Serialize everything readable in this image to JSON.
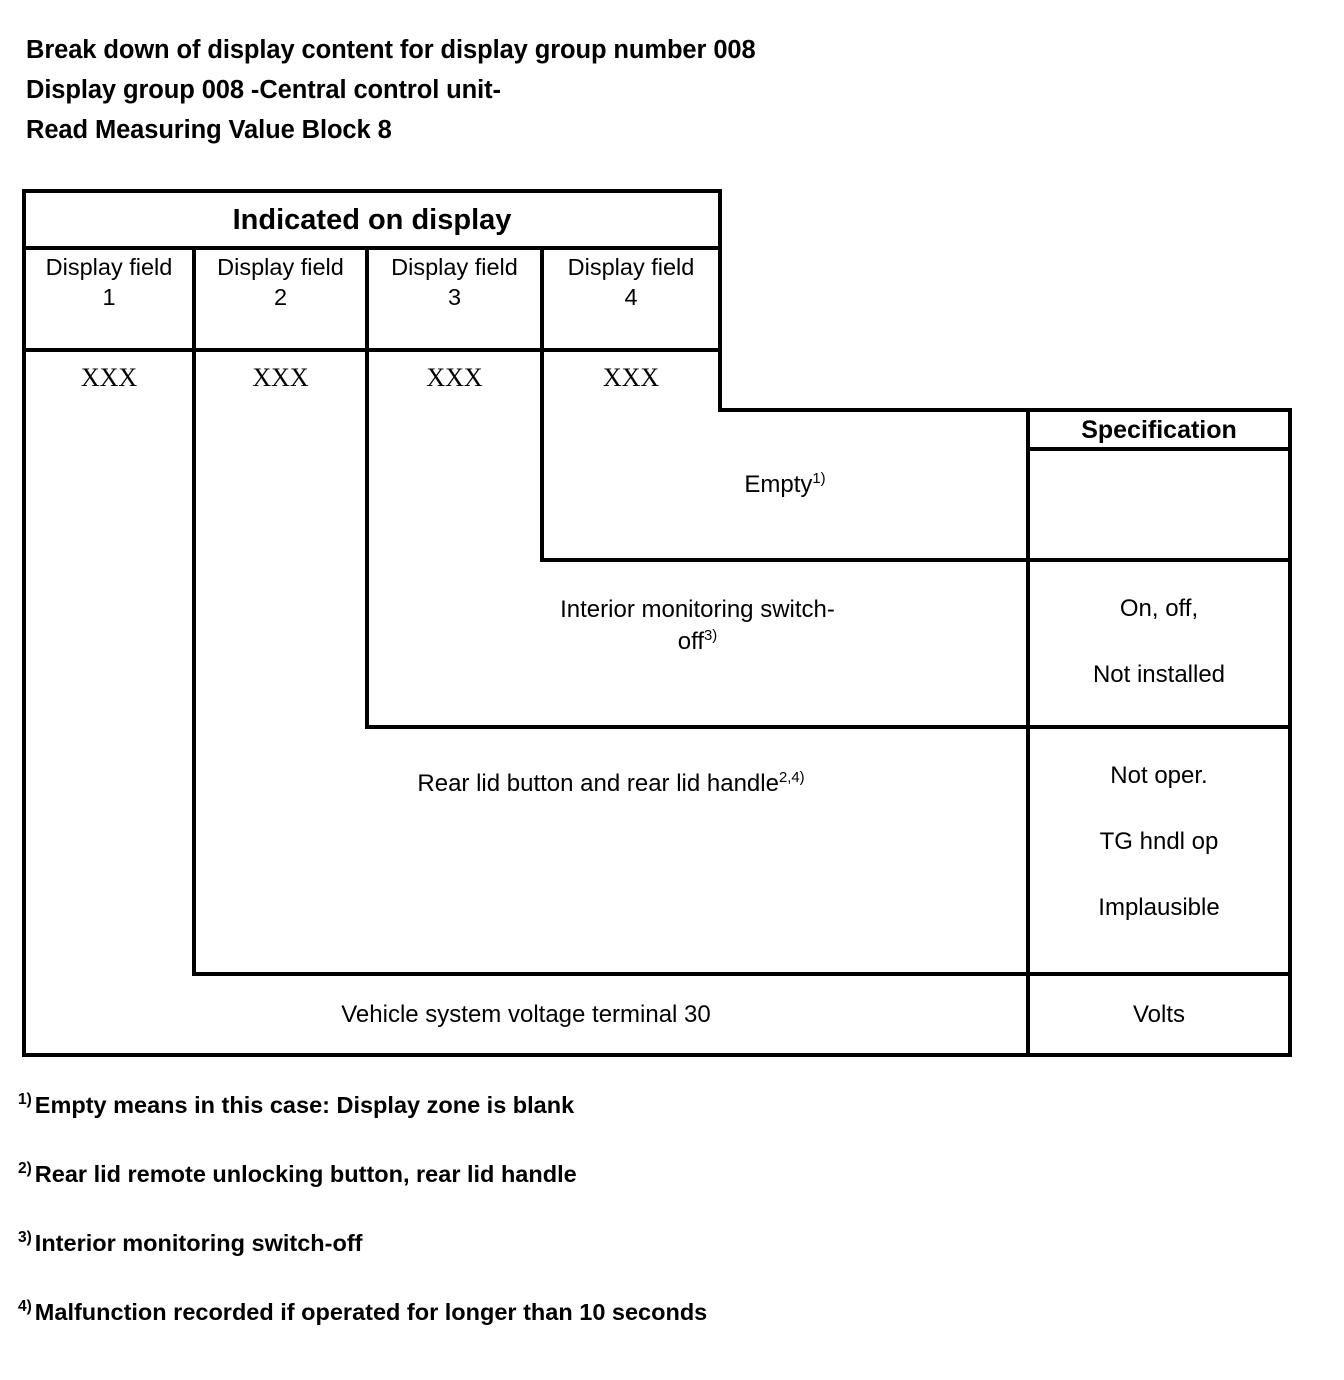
{
  "heading": {
    "line1": "Break down of display content for display group number 008",
    "line2": "Display group 008 -Central control unit-",
    "line3": "Read Measuring Value Block 8"
  },
  "table": {
    "indicated_header": "Indicated on display",
    "specification_header": "Specification",
    "display_fields": [
      {
        "label": "Display field",
        "number": "1",
        "value": "XXX"
      },
      {
        "label": "Display field",
        "number": "2",
        "value": "XXX"
      },
      {
        "label": "Display field",
        "number": "3",
        "value": "XXX"
      },
      {
        "label": "Display field",
        "number": "4",
        "value": "XXX"
      }
    ],
    "rows": [
      {
        "name": "Empty",
        "marker": "1)",
        "spec": []
      },
      {
        "name": "Interior monitoring switch-off",
        "name_part1": "Interior monitoring switch-",
        "name_part2": "off",
        "marker": "3)",
        "spec": [
          "On, off,",
          "Not installed"
        ]
      },
      {
        "name": "Rear lid button and rear lid handle",
        "marker": "2,4)",
        "spec": [
          "Not oper.",
          "TG hndl op",
          "Implausible"
        ]
      },
      {
        "name": "Vehicle system voltage terminal 30",
        "marker": "",
        "spec": [
          "Volts"
        ]
      }
    ]
  },
  "footnotes": [
    {
      "marker": "1)",
      "text": "Empty means in this case: Display zone is blank"
    },
    {
      "marker": "2)",
      "text": "Rear lid remote unlocking button, rear lid handle"
    },
    {
      "marker": "3)",
      "text": "Interior monitoring switch-off"
    },
    {
      "marker": "4)",
      "text": "Malfunction recorded if operated for longer than 10 seconds"
    }
  ]
}
